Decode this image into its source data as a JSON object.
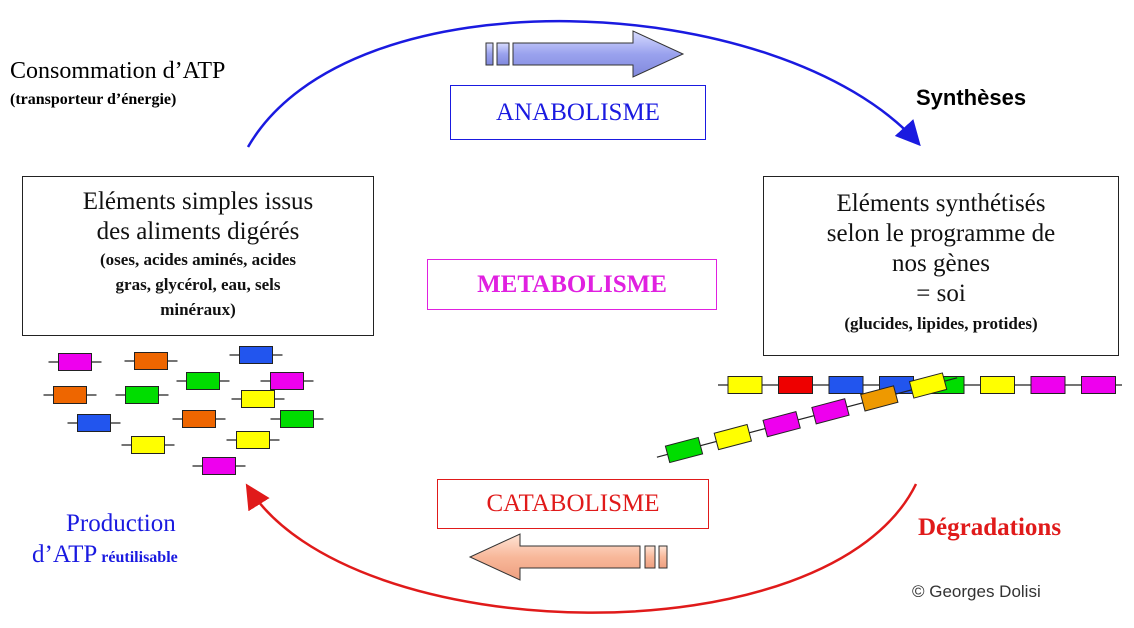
{
  "anabolism": {
    "label": "ANABOLISME",
    "arrow_color": "#1a1ae0",
    "consumption_line1": "Consommation d’ATP",
    "consumption_line2": "(transporteur d’énergie)",
    "result": "Synthèses"
  },
  "catabolism": {
    "label": "CATABOLISME",
    "arrow_color": "#e01a1a",
    "production_line1": "Production",
    "production_line2_main": "d’ATP",
    "production_line2_small": "réutilisable",
    "result": "Dégradations"
  },
  "center": {
    "label": "METABOLISME",
    "color": "#e020e0"
  },
  "left_box": {
    "line1": "Eléments simples issus",
    "line2": "des aliments digérés",
    "detail1": "(oses, acides aminés, acides",
    "detail2": "gras, glycérol, eau, sels",
    "detail3": "minéraux)"
  },
  "right_box": {
    "line1": "Eléments synthétisés",
    "line2": "selon le programme de",
    "line3": "nos gènes",
    "line4": "= soi",
    "detail": "(glucides, lipides, protides)"
  },
  "credit": "© Georges Dolisi",
  "colors": {
    "magenta": "#ee00ee",
    "orange": "#ee6600",
    "green": "#00dd00",
    "blue": "#2255ee",
    "yellow": "#ffff00",
    "red": "#ee0000",
    "gold": "#ee9900",
    "text_blue": "#1a1ae0",
    "text_red": "#e01a1a"
  },
  "icons": {
    "right_arrow": "block-arrow-right-icon",
    "left_arrow": "block-arrow-left-icon",
    "molecule": "molecule-unit-icon"
  }
}
